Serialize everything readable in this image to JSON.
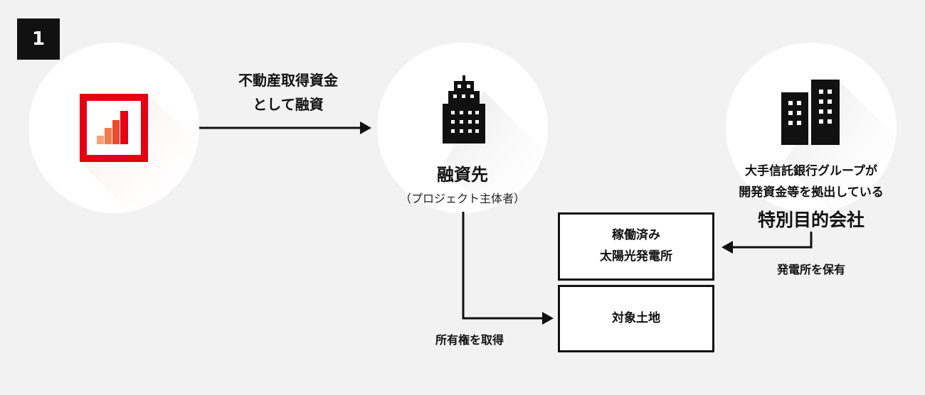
{
  "step_number": "1",
  "lender": {
    "logo_icon": "bar-chart-logo-icon",
    "brand_color": "#e50012"
  },
  "financing_arrow": {
    "line1": "不動産取得資金",
    "line2": "として融資"
  },
  "borrower": {
    "icon": "building-icon",
    "name": "融資先",
    "subtitle": "（プロジェクト主体者）"
  },
  "spc": {
    "icon": "buildings-icon",
    "desc_line1": "大手信託銀行グループが",
    "desc_line2": "開発資金等を拠出している",
    "name": "特別目的会社"
  },
  "solar_box": {
    "line1": "稼働済み",
    "line2": "太陽光発電所"
  },
  "land_box": {
    "label": "対象土地"
  },
  "owns_plant_label": "発電所を保有",
  "acquire_land_label": "所有権を取得",
  "colors": {
    "background": "#f2f2f2",
    "circle": "#ffffff",
    "ink": "#111111"
  }
}
